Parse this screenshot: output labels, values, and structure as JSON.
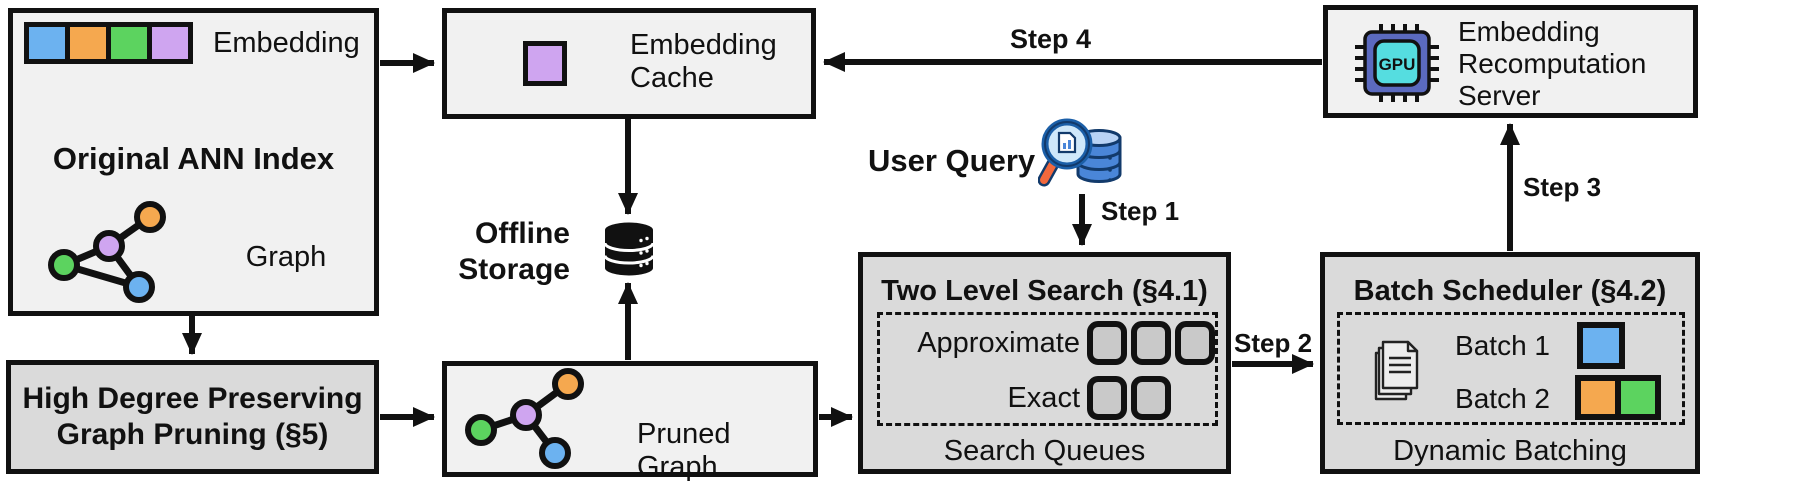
{
  "figure": {
    "type": "system-architecture-diagram",
    "background": "#ffffff"
  },
  "original_index": {
    "embedding_label": "Embedding",
    "title": "Original ANN Index",
    "graph_label": "Graph",
    "embedding_cell_colors": [
      "#6cb2f0",
      "#f5a84f",
      "#5cd35f",
      "#cfa5f0"
    ],
    "graph_node_colors": [
      "#f5a84f",
      "#cfa5f0",
      "#5cd35f",
      "#6cb2f0"
    ]
  },
  "embedding_cache": {
    "line1": "Embedding",
    "line2": "Cache",
    "square_color": "#cfa5f0"
  },
  "recomputation_server": {
    "line1": "Embedding",
    "line2": "Recomputation",
    "line3": "Server",
    "chip_label": "GPU",
    "chip_body_color": "#5b6abf",
    "chip_core_color": "#55dde0"
  },
  "offline_storage": {
    "line1": "Offline",
    "line2": "Storage"
  },
  "user_query": {
    "label": "User Query"
  },
  "graph_pruning": {
    "line1": "High Degree Preserving",
    "line2": "Graph Pruning (§5)"
  },
  "pruned_graph": {
    "label": "Pruned Graph",
    "graph_node_colors": [
      "#f5a84f",
      "#cfa5f0",
      "#5cd35f",
      "#6cb2f0"
    ]
  },
  "two_level_search": {
    "title": "Two Level Search (§4.1)",
    "approximate_label": "Approximate",
    "exact_label": "Exact",
    "footer": "Search Queues",
    "approximate_queue_count": 3,
    "exact_queue_count": 2
  },
  "batch_scheduler": {
    "title": "Batch Scheduler (§4.2)",
    "batch1_label": "Batch 1",
    "batch2_label": "Batch 2",
    "footer": "Dynamic Batching",
    "batch1_colors": [
      "#6cb2f0"
    ],
    "batch2_colors": [
      "#f5a84f",
      "#5cd35f"
    ]
  },
  "steps": {
    "step1": "Step 1",
    "step2": "Step 2",
    "step3": "Step 3",
    "step4": "Step 4"
  },
  "colors": {
    "blue": "#6cb2f0",
    "orange": "#f5a84f",
    "green": "#5cd35f",
    "purple": "#cfa5f0",
    "box_light": "#f1f1f1",
    "box_gray": "#dadada",
    "line": "#111111"
  },
  "icons": [
    "graph-icon",
    "gpu-chip-icon",
    "database-icon",
    "magnifier-database-icon",
    "documents-stack-icon"
  ]
}
